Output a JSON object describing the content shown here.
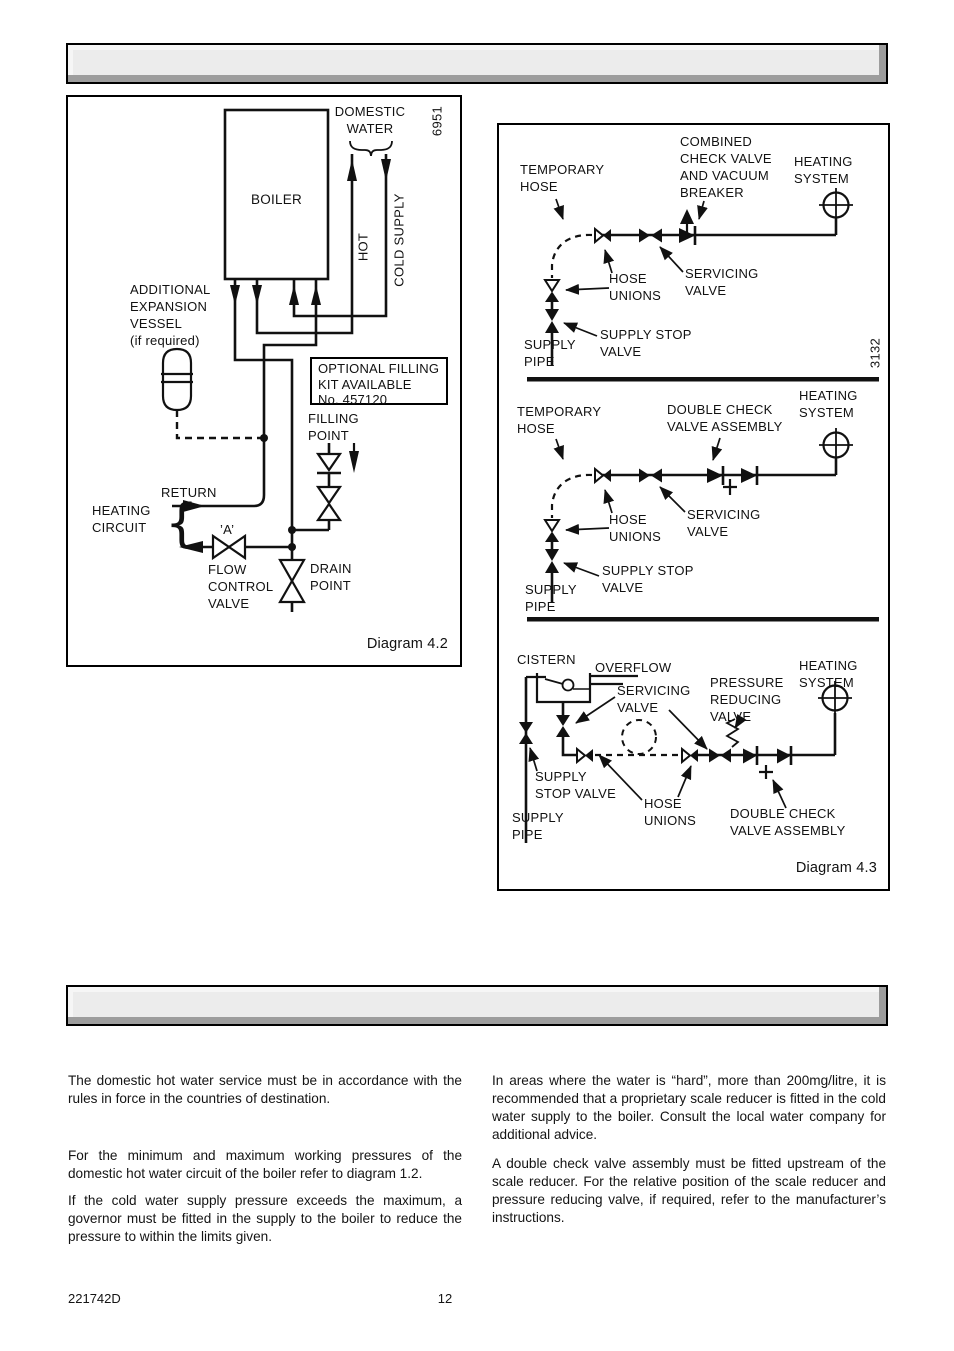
{
  "page": {
    "footer_code": "221742D",
    "page_number": "12"
  },
  "diagram42": {
    "caption": "Diagram 4.2",
    "fig_ref": "6951",
    "labels": {
      "domestic_water": "DOMESTIC\nWATER",
      "boiler": "BOILER",
      "hot": "HOT",
      "cold_supply": "COLD SUPPLY",
      "expansion_vessel": "ADDITIONAL\nEXPANSION\nVESSEL\n(if required)",
      "filling_kit": "OPTIONAL FILLING\nKIT AVAILABLE\nNo. 457120",
      "filling_point": "FILLING\nPOINT",
      "return": "RETURN",
      "heating_circuit": "HEATING\nCIRCUIT",
      "brace": "{",
      "valve_a": "’A’",
      "flow_control_valve": "FLOW\nCONTROL\nVALVE",
      "drain_point": "DRAIN\nPOINT"
    }
  },
  "diagram43": {
    "caption": "Diagram 4.3",
    "fig_ref": "3132",
    "sub1": {
      "temporary_hose": "TEMPORARY\nHOSE",
      "combined_check": "COMBINED\nCHECK VALVE\nAND VACUUM\nBREAKER",
      "heating_system": "HEATING\nSYSTEM",
      "hose_unions": "HOSE\nUNIONS",
      "servicing_valve": "SERVICING\nVALVE",
      "supply_stop_valve": "SUPPLY STOP\nVALVE",
      "supply_pipe": "SUPPLY\nPIPE"
    },
    "sub2": {
      "temporary_hose": "TEMPORARY\nHOSE",
      "double_check": "DOUBLE CHECK\nVALVE ASSEMBLY",
      "heating_system": "HEATING\nSYSTEM",
      "hose_unions": "HOSE\nUNIONS",
      "servicing_valve": "SERVICING\nVALVE",
      "supply_stop_valve": "SUPPLY STOP\nVALVE",
      "supply_pipe": "SUPPLY\nPIPE"
    },
    "sub3": {
      "cistern": "CISTERN",
      "overflow": "OVERFLOW",
      "servicing_valve": "SERVICING\nVALVE",
      "pressure_reducing_valve": "PRESSURE\nREDUCING\nVALVE",
      "heating_system": "HEATING\nSYSTEM",
      "supply_stop_valve": "SUPPLY\nSTOP VALVE",
      "supply_pipe": "SUPPLY\nPIPE",
      "hose_unions": "HOSE\nUNIONS",
      "double_check": "DOUBLE CHECK\nVALVE ASSEMBLY"
    }
  },
  "body": {
    "left_paragraphs": [
      "The domestic hot water service must be in accordance with the rules in force in the countries of destination.",
      "For the minimum and maximum working pressures of the domestic hot water circuit of the boiler refer to diagram 1.2.",
      "If the cold water supply pressure exceeds the maximum, a governor must be fitted in the supply to the boiler to reduce the pressure to within the limits given."
    ],
    "right_paragraphs": [
      "In areas where the water is “hard”, more than 200mg/litre, it is recommended that a proprietary scale reducer is fitted in the cold water supply to the boiler.  Consult the local water company for additional advice.",
      "A double check valve assembly must be fitted upstream of the scale reducer.  For the relative position of the scale reducer and pressure reducing valve, if required, refer to the manufacturer’s instructions."
    ]
  }
}
